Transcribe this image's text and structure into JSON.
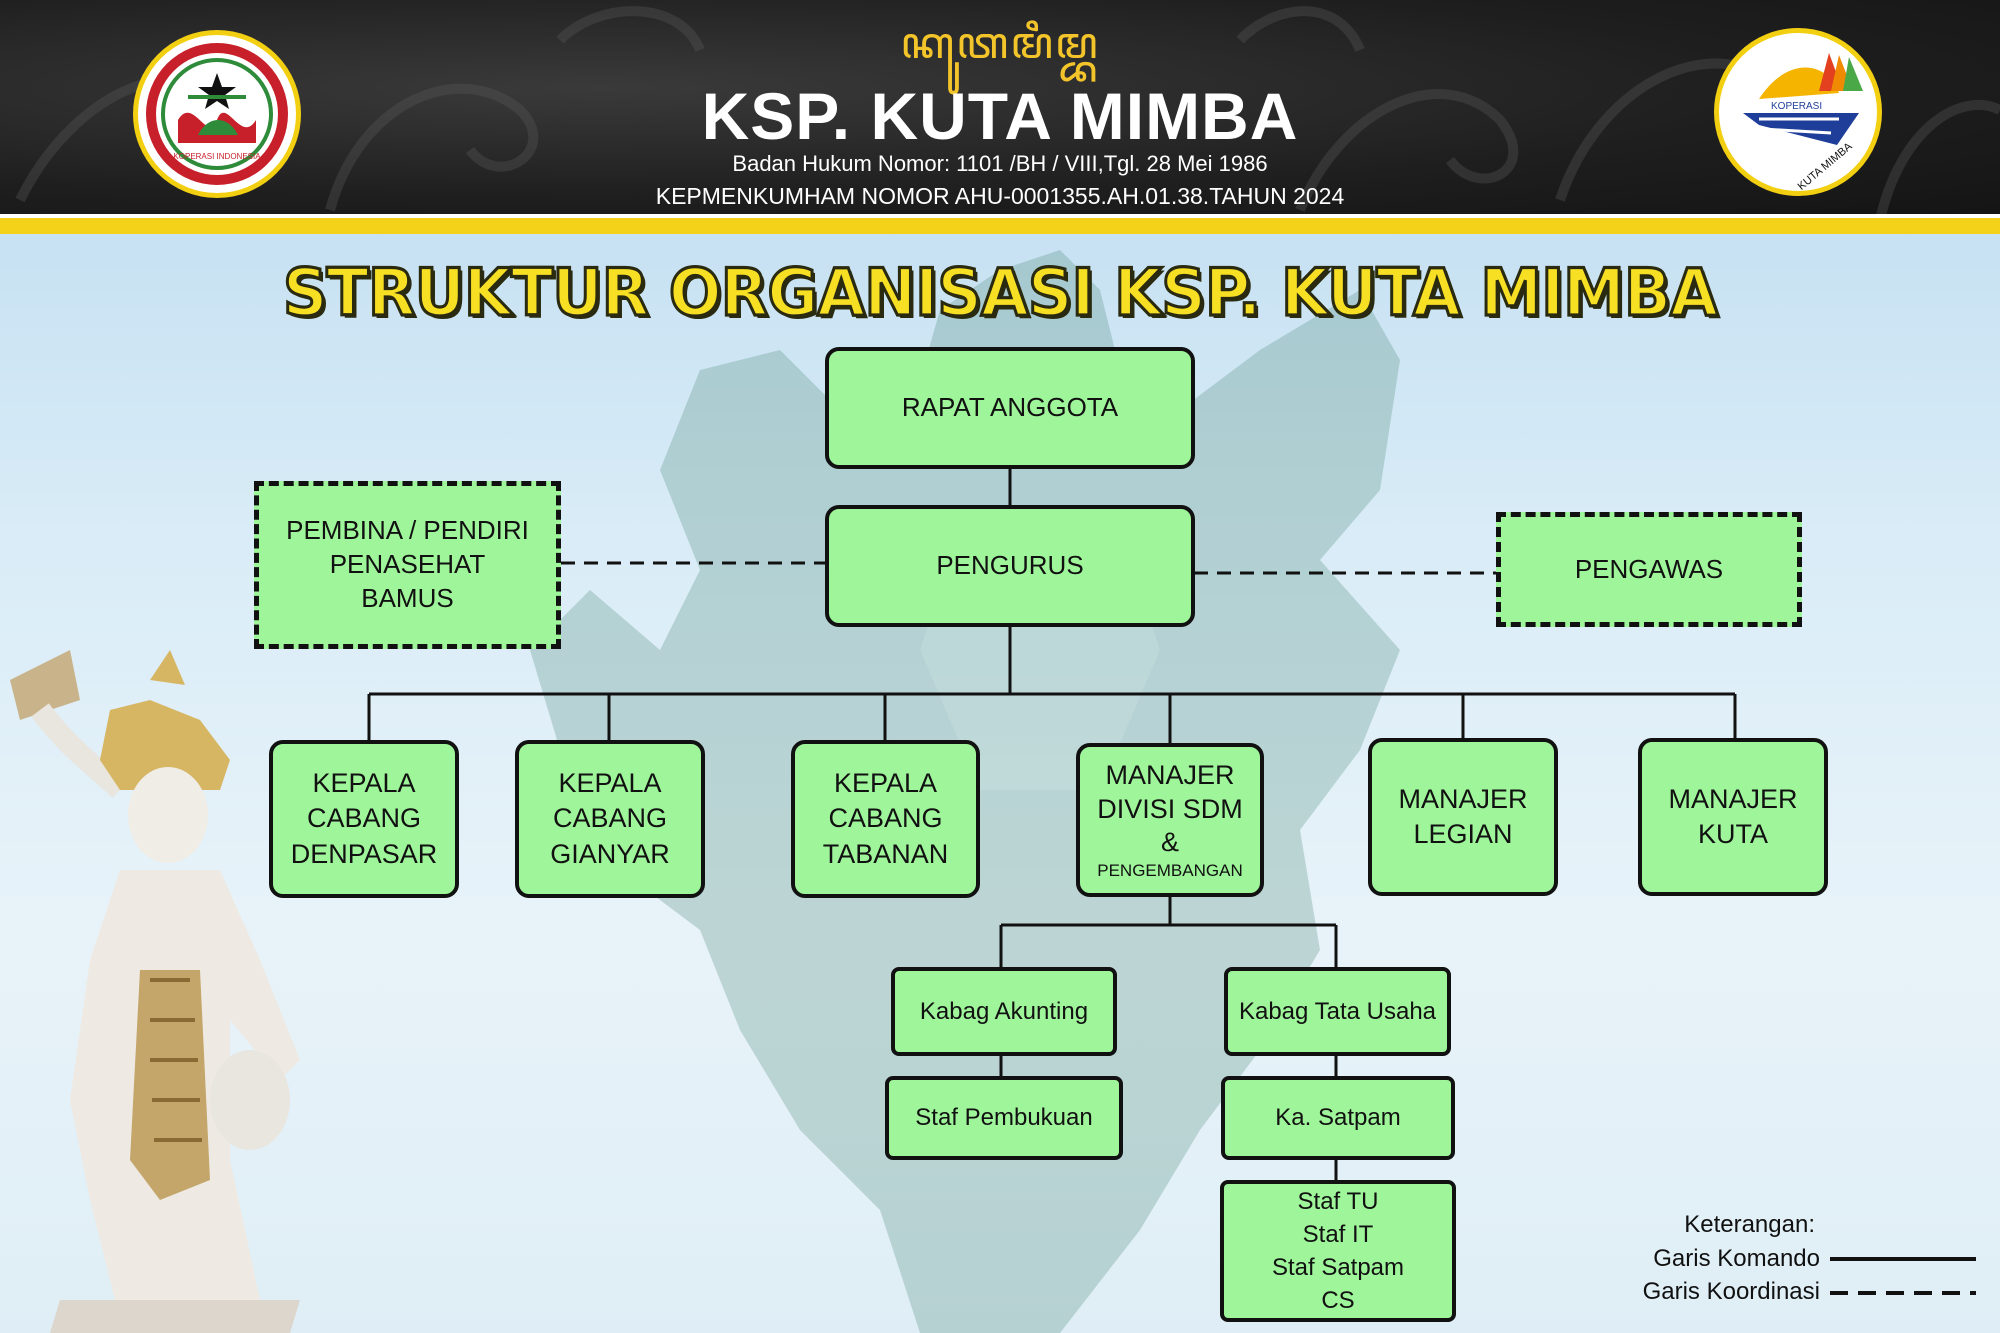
{
  "header": {
    "script_text": "ꦏꦸꦠꦩꦶꦩ꧀ꦧ",
    "title": "KSP. KUTA MIMBA",
    "sub1": "Badan Hukum Nomor: 1101 /BH / VIII,Tgl. 28 Mei 1986",
    "sub2": "KEPMENKUMHAM NOMOR AHU-0001355.AH.01.38.TAHUN 2024",
    "logo_left_text": "KOPERASI INDONESIA",
    "logo_right_text1": "KOPERASI",
    "logo_right_text2": "KUTA MIMBA"
  },
  "title": "STRUKTUR ORGANISASI KSP. KUTA MIMBA",
  "nodes": {
    "rapat": "RAPAT ANGGOTA",
    "pembina": "PEMBINA / PENDIRI\nPENASEHAT\nBAMUS",
    "pengurus": "PENGURUS",
    "pengawas": "PENGAWAS",
    "kc_denpasar": "KEPALA\nCABANG\nDENPASAR",
    "kc_gianyar": "KEPALA\nCABANG\nGIANYAR",
    "kc_tabanan": "KEPALA\nCABANG\nTABANAN",
    "mgr_sdm": "MANAJER\nDIVISI SDM\n&",
    "mgr_sdm_sub": "PENGEMBANGAN",
    "mgr_legian": "MANAJER\nLEGIAN",
    "mgr_kuta": "MANAJER\nKUTA",
    "kabag_akunting": "Kabag Akunting",
    "staf_pembukuan": "Staf Pembukuan",
    "kabag_tu": "Kabag Tata Usaha",
    "ka_satpam": "Ka. Satpam",
    "staf_group": "Staf TU\nStaf IT\nStaf Satpam\nCS"
  },
  "legend": {
    "title": "Keterangan:",
    "komando": "Garis Komando",
    "koordinasi": "Garis Koordinasi"
  }
}
